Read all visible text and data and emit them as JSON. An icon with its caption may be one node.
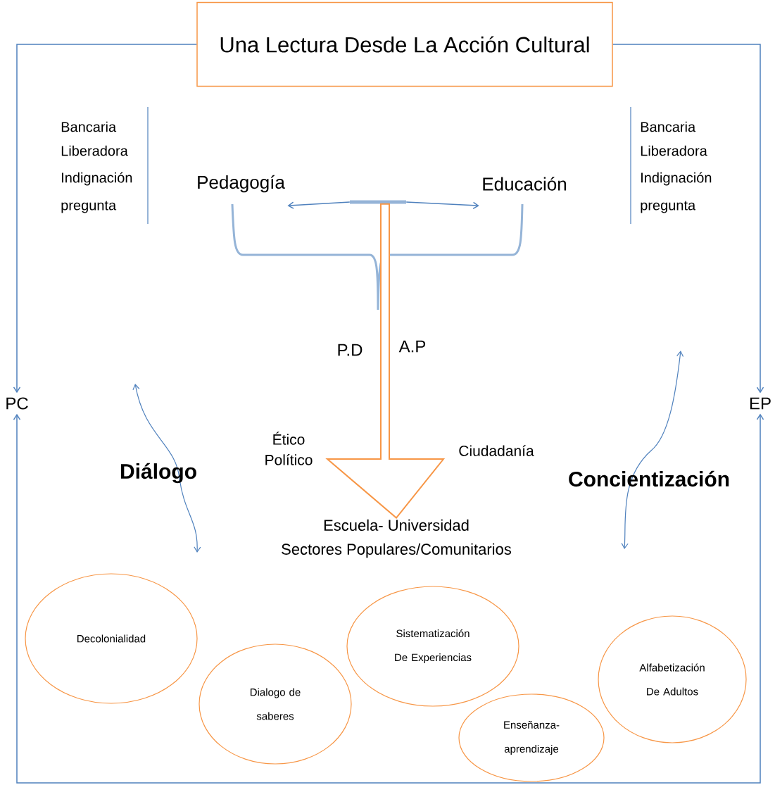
{
  "diagram": {
    "nodes": [
      {
        "text": [
          "Una Lectura Desde La Acción Cultural"
        ]
      },
      {
        "text": [
          "PC"
        ]
      },
      {
        "text": [
          "EP"
        ]
      },
      {
        "text": [
          "Pedagogía"
        ]
      },
      {
        "text": [
          "Educación"
        ]
      },
      {
        "text": [
          "Escuela- Universidad",
          "Sectores Populares/Comunitarios"
        ]
      },
      {
        "text": [
          "Decolonialidad"
        ]
      },
      {
        "text": [
          "Dialogo de saberes"
        ]
      },
      {
        "text": [
          "Sistematización De Experiencias"
        ]
      },
      {
        "text": [
          "Enseñanza-aprendizaje"
        ]
      },
      {
        "text": [
          "Alfabetización De Adultos"
        ]
      },
      {
        "text": [],
        "shape": "bar"
      }
    ],
    "edges": [
      {
        "from": 0,
        "to": 1,
        "arrow": "to"
      },
      {
        "from": 0,
        "to": 2,
        "arrow": "to"
      },
      {
        "from": 1,
        "to": 2,
        "arrow": "both"
      },
      {
        "from": 11,
        "to": 3,
        "arrow": "to"
      },
      {
        "from": 11,
        "to": 4,
        "arrow": "to"
      },
      {
        "from": 11,
        "to": 5,
        "arrow": "to",
        "color": "#f79646"
      }
    ],
    "labels": [
      "Bancaria",
      "Liberadora",
      "Indignación",
      "pregunta",
      "Bancaria",
      "Liberadora",
      "Indignación",
      "pregunta",
      "P.D",
      "A.P",
      "Ético Político",
      "Ciudadanía",
      "Diálogo",
      "Concientización"
    ]
  }
}
